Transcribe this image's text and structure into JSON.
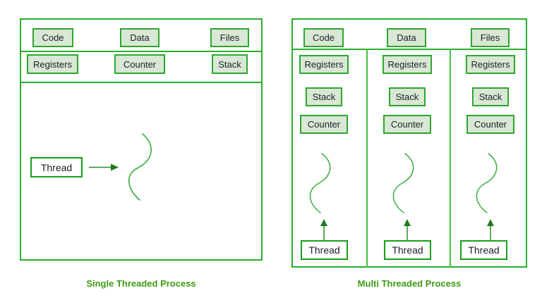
{
  "diagram": {
    "title_left": "Single Threaded Process",
    "title_right": "Multi Threaded Process",
    "colors": {
      "border_green": "#2bad2b",
      "cell_fill": "#d9e8d4",
      "cell_border": "#2da72d",
      "thread_border": "#15a015",
      "caption_green": "#3d9c14",
      "text_dark": "#19202b",
      "background": "#ffffff"
    }
  },
  "single_threaded": {
    "caption": "Single Threaded Process",
    "row_resources": [
      {
        "label": "Code"
      },
      {
        "label": "Data"
      },
      {
        "label": "Files"
      }
    ],
    "row_registers": [
      {
        "label": "Registers"
      },
      {
        "label": "Counter"
      },
      {
        "label": "Stack"
      }
    ],
    "thread": {
      "label": "Thread"
    },
    "arrow": {
      "direction": "right"
    },
    "squiggle_count": 1
  },
  "multi_threaded": {
    "caption": "Multi Threaded Process",
    "row_resources": [
      {
        "label": "Code"
      },
      {
        "label": "Data"
      },
      {
        "label": "Files"
      }
    ],
    "columns": [
      {
        "name": "thread-column-1",
        "items": [
          {
            "label": "Registers"
          },
          {
            "label": "Stack"
          },
          {
            "label": "Counter"
          }
        ],
        "thread": {
          "label": "Thread"
        },
        "arrow": {
          "direction": "up"
        }
      },
      {
        "name": "thread-column-2",
        "items": [
          {
            "label": "Registers"
          },
          {
            "label": "Stack"
          },
          {
            "label": "Counter"
          }
        ],
        "thread": {
          "label": "Thread"
        },
        "arrow": {
          "direction": "up"
        }
      },
      {
        "name": "thread-column-3",
        "items": [
          {
            "label": "Registers"
          },
          {
            "label": "Stack"
          },
          {
            "label": "Counter"
          }
        ],
        "thread": {
          "label": "Thread"
        },
        "arrow": {
          "direction": "up"
        }
      }
    ]
  }
}
